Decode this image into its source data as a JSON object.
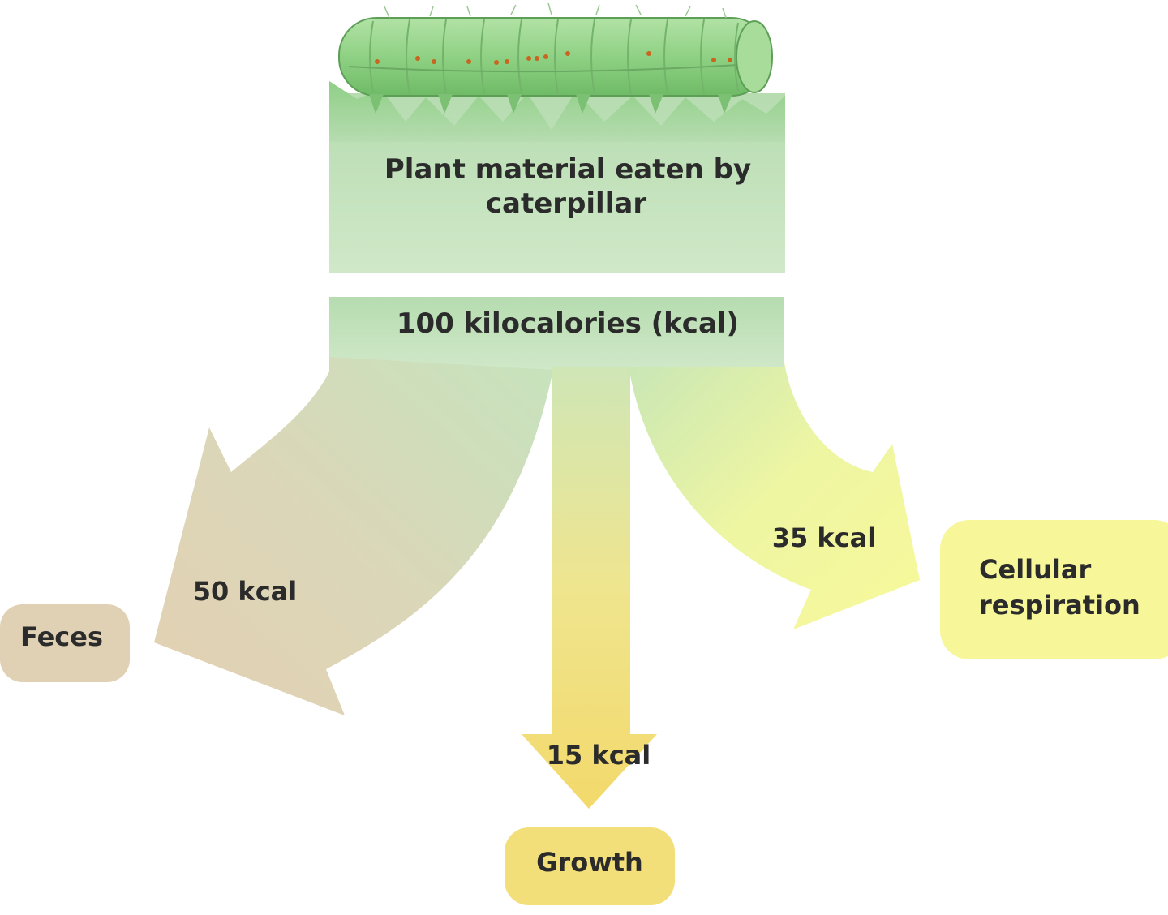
{
  "diagram": {
    "source_box_line1": "Plant material eaten by",
    "source_box_line2": "caterpillar",
    "total_energy": "100 kilocalories (kcal)",
    "flows": {
      "feces": {
        "amount": "50 kcal",
        "destination": "Feces"
      },
      "growth": {
        "amount": "15 kcal",
        "destination": "Growth"
      },
      "respiration": {
        "amount": "35 kcal",
        "destination_line1": "Cellular",
        "destination_line2": "respiration"
      }
    }
  },
  "colors": {
    "plant_green": "#b9deb4",
    "caterpillar_green": "#8fcf84",
    "feces_tan": "#e0d1b5",
    "growth_yellow": "#f3df79",
    "respiration_yellow": "#f7f79a",
    "text": "#2b2b2b"
  }
}
